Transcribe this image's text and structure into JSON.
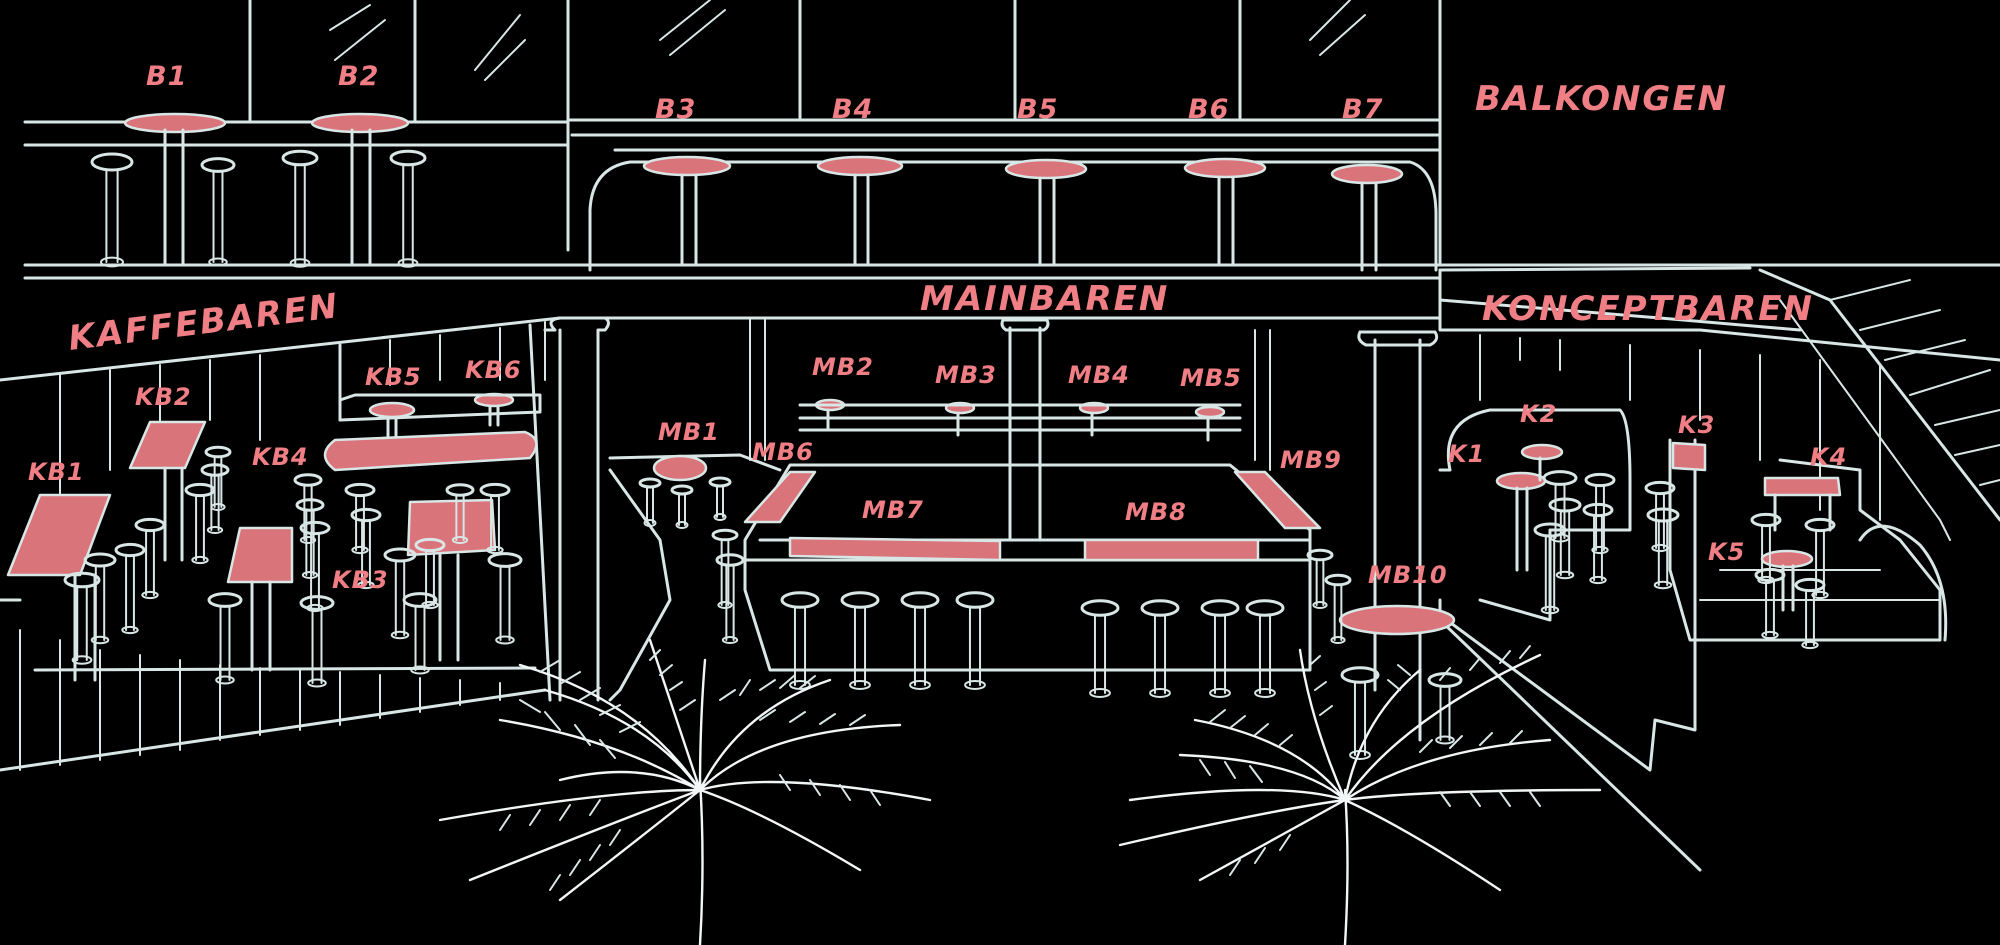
{
  "areas": {
    "balkongen": "BALKONGEN",
    "mainbaren": "MAINBAREN",
    "kaffebaren": "KAFFEBAREN",
    "konceptbaren": "KONCEPTBAREN"
  },
  "tables": {
    "b1": "B1",
    "b2": "B2",
    "b3": "B3",
    "b4": "B4",
    "b5": "B5",
    "b6": "B6",
    "b7": "B7",
    "kb1": "KB1",
    "kb2": "KB2",
    "kb3": "KB3",
    "kb4": "KB4",
    "kb5": "KB5",
    "kb6": "KB6",
    "mb1": "MB1",
    "mb2": "MB2",
    "mb3": "MB3",
    "mb4": "MB4",
    "mb5": "MB5",
    "mb6": "MB6",
    "mb7": "MB7",
    "mb8": "MB8",
    "mb9": "MB9",
    "mb10": "MB10",
    "k1": "K1",
    "k2": "K2",
    "k3": "K3",
    "k4": "K4",
    "k5": "K5"
  },
  "colors": {
    "background": "#000000",
    "line": "#d9e6e6",
    "table_fill": "#d9747a",
    "label": "#ef7f85"
  }
}
